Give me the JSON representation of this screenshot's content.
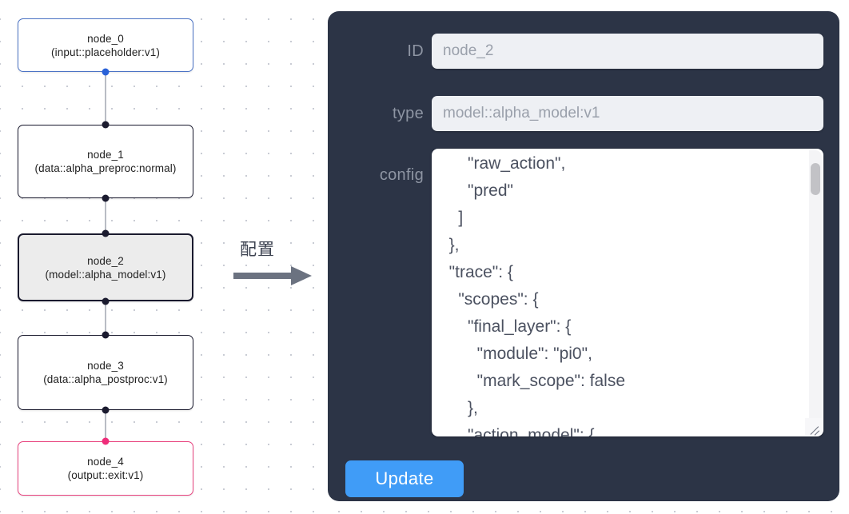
{
  "graph": {
    "nodes": [
      {
        "id": "node_0",
        "type": "(input::placeholder:v1)",
        "kind": "input",
        "selected": false
      },
      {
        "id": "node_1",
        "type": "(data::alpha_preproc:normal)",
        "kind": "default",
        "selected": false
      },
      {
        "id": "node_2",
        "type": "(model::alpha_model:v1)",
        "kind": "default",
        "selected": true
      },
      {
        "id": "node_3",
        "type": "(data::alpha_postproc:v1)",
        "kind": "default",
        "selected": false
      },
      {
        "id": "node_4",
        "type": "(output::exit:v1)",
        "kind": "output",
        "selected": false
      }
    ],
    "colors": {
      "input_border": "#4a72c4",
      "output_border": "#e8437f",
      "default_border": "#1a1a2e",
      "selected_fill": "#ececec",
      "edge": "#b9bcc4",
      "handle": "#1b1b2f",
      "handle_input": "#2a62d8",
      "handle_output": "#ef2d7a"
    }
  },
  "transition": {
    "label": "配置",
    "arrow_icon": "right-arrow-icon",
    "color": "#6b7280"
  },
  "panel": {
    "background": "#2c3446",
    "fields": {
      "id": {
        "label": "ID",
        "value": "node_2",
        "placeholder": "node id"
      },
      "type": {
        "label": "type",
        "value": "model::alpha_model:v1",
        "placeholder": "node type"
      },
      "config": {
        "label": "config",
        "value": "      \"raw_action\",\n      \"pred\"\n    ]\n  },\n  \"trace\": {\n    \"scopes\": {\n      \"final_layer\": {\n        \"module\": \"pi0\",\n        \"mark_scope\": false\n      },\n      \"action_model\": {",
        "placeholder": "json config"
      }
    },
    "update_button": {
      "label": "Update",
      "color": "#409cf7"
    }
  }
}
